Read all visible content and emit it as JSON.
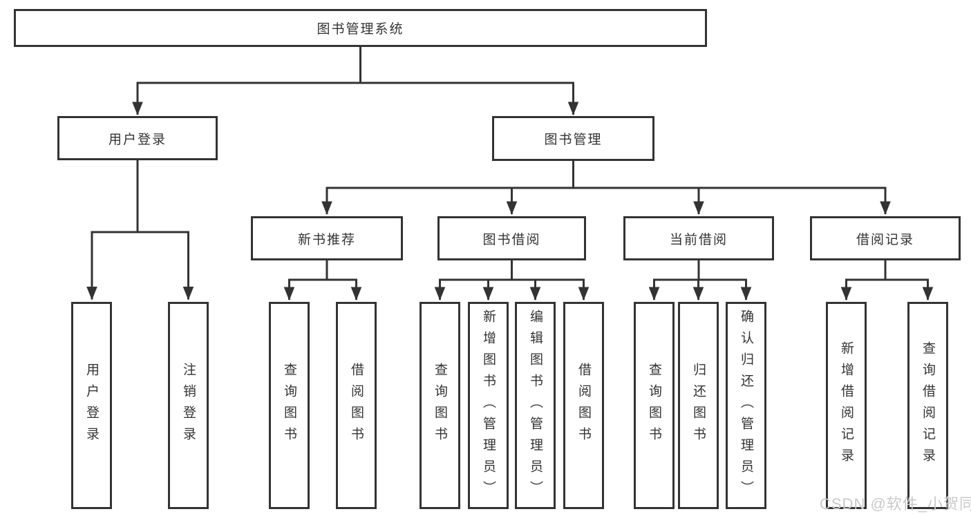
{
  "tree": {
    "root": "图书管理系统",
    "login": {
      "label": "用户登录",
      "children": [
        "用户登录",
        "注销登录"
      ]
    },
    "management": {
      "label": "图书管理",
      "groups": [
        {
          "label": "新书推荐",
          "children": [
            "查询图书",
            "借阅图书"
          ]
        },
        {
          "label": "图书借阅",
          "children": [
            "查询图书",
            "新增图书（管理员）",
            "编辑图书（管理员）",
            "借阅图书"
          ]
        },
        {
          "label": "当前借阅",
          "children": [
            "查询图书",
            "归还图书",
            "确认归还（管理员）"
          ]
        },
        {
          "label": "借阅记录",
          "children": [
            "新增借阅记录",
            "查询借阅记录"
          ]
        }
      ]
    }
  },
  "watermark": "CSDN @软件_小贺同学",
  "style": {
    "line_color": "#333333",
    "box_background": "#ffffff",
    "watermark_color": "#c9c9c9"
  }
}
